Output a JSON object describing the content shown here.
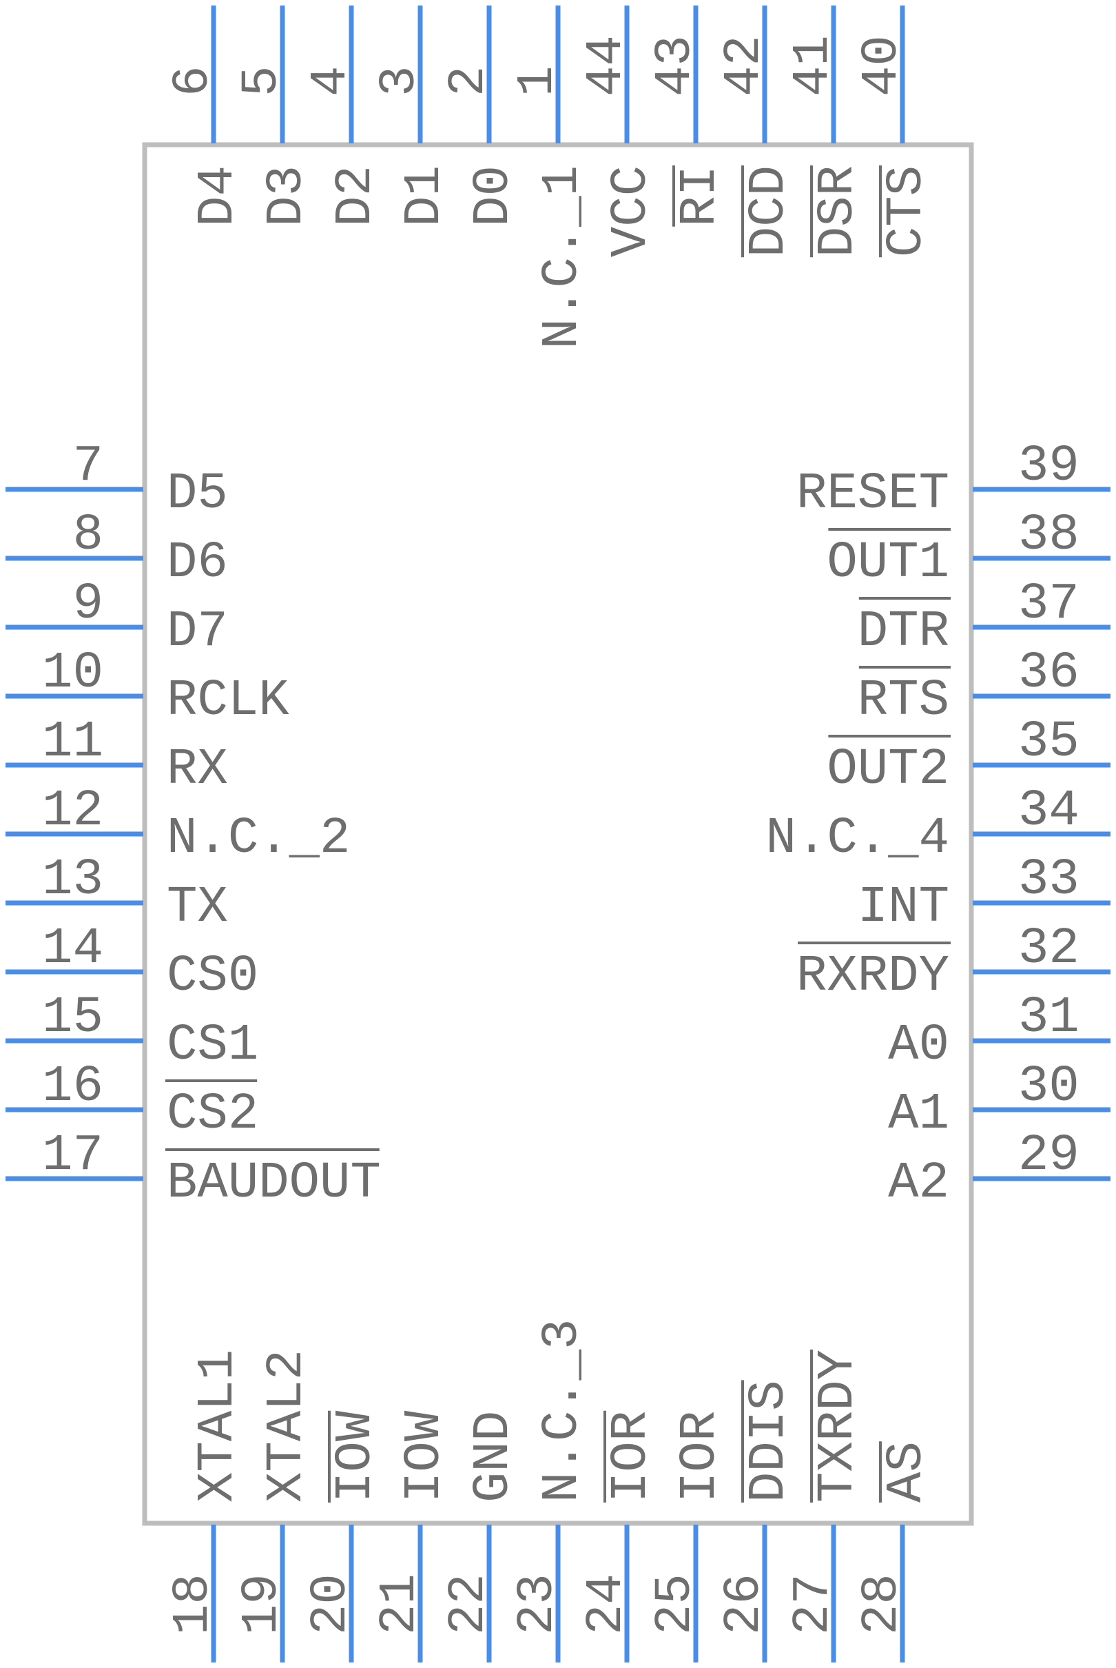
{
  "colors": {
    "pin": "#4a8de8",
    "body": "#bdbdbd",
    "text": "#6e6e6e",
    "bar": "#6e6e6e"
  },
  "pins": {
    "top": [
      {
        "number": "6",
        "name": "D4",
        "bar": false
      },
      {
        "number": "5",
        "name": "D3",
        "bar": false
      },
      {
        "number": "4",
        "name": "D2",
        "bar": false
      },
      {
        "number": "3",
        "name": "D1",
        "bar": false
      },
      {
        "number": "2",
        "name": "D0",
        "bar": false
      },
      {
        "number": "1",
        "name": "N.C._1",
        "bar": false
      },
      {
        "number": "44",
        "name": "VCC",
        "bar": false
      },
      {
        "number": "43",
        "name": "RI",
        "bar": true
      },
      {
        "number": "42",
        "name": "DCD",
        "bar": true
      },
      {
        "number": "41",
        "name": "DSR",
        "bar": true
      },
      {
        "number": "40",
        "name": "CTS",
        "bar": true
      }
    ],
    "left": [
      {
        "number": "7",
        "name": "D5",
        "bar": false
      },
      {
        "number": "8",
        "name": "D6",
        "bar": false
      },
      {
        "number": "9",
        "name": "D7",
        "bar": false
      },
      {
        "number": "10",
        "name": "RCLK",
        "bar": false
      },
      {
        "number": "11",
        "name": "RX",
        "bar": false
      },
      {
        "number": "12",
        "name": "N.C._2",
        "bar": false
      },
      {
        "number": "13",
        "name": "TX",
        "bar": false
      },
      {
        "number": "14",
        "name": "CS0",
        "bar": false
      },
      {
        "number": "15",
        "name": "CS1",
        "bar": false
      },
      {
        "number": "16",
        "name": "CS2",
        "bar": true
      },
      {
        "number": "17",
        "name": "BAUDOUT",
        "bar": true
      }
    ],
    "right": [
      {
        "number": "39",
        "name": "RESET",
        "bar": false
      },
      {
        "number": "38",
        "name": "OUT1",
        "bar": true
      },
      {
        "number": "37",
        "name": "DTR",
        "bar": true
      },
      {
        "number": "36",
        "name": "RTS",
        "bar": true
      },
      {
        "number": "35",
        "name": "OUT2",
        "bar": true
      },
      {
        "number": "34",
        "name": "N.C._4",
        "bar": false
      },
      {
        "number": "33",
        "name": "INT",
        "bar": false
      },
      {
        "number": "32",
        "name": "RXRDY",
        "bar": true
      },
      {
        "number": "31",
        "name": "A0",
        "bar": false
      },
      {
        "number": "30",
        "name": "A1",
        "bar": false
      },
      {
        "number": "29",
        "name": "A2",
        "bar": false
      }
    ],
    "bottom": [
      {
        "number": "18",
        "name": "XTAL1",
        "bar": false
      },
      {
        "number": "19",
        "name": "XTAL2",
        "bar": false
      },
      {
        "number": "20",
        "name": "IOW",
        "bar": true
      },
      {
        "number": "21",
        "name": "IOW",
        "bar": false
      },
      {
        "number": "22",
        "name": "GND",
        "bar": false
      },
      {
        "number": "23",
        "name": "N.C._3",
        "bar": false
      },
      {
        "number": "24",
        "name": "IOR",
        "bar": true
      },
      {
        "number": "25",
        "name": "IOR",
        "bar": false
      },
      {
        "number": "26",
        "name": "DDIS",
        "bar": true
      },
      {
        "number": "27",
        "name": "TXRDY",
        "bar": true
      },
      {
        "number": "28",
        "name": "AS",
        "bar": true
      }
    ]
  }
}
